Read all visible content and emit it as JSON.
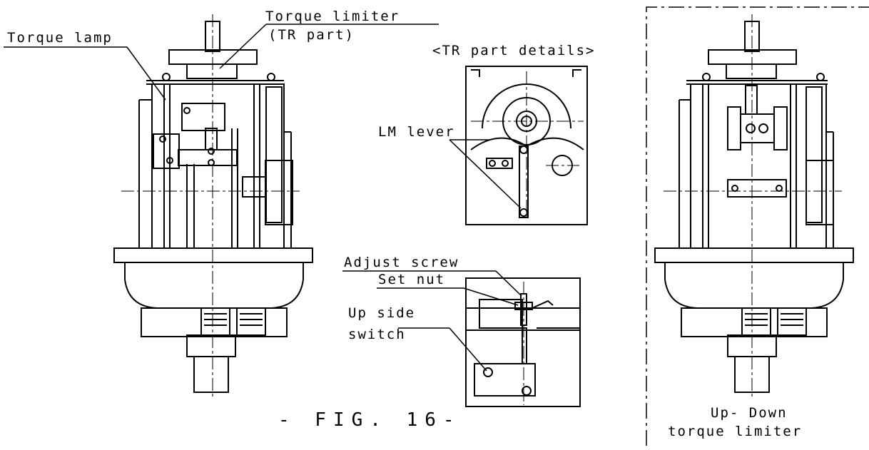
{
  "labels": {
    "torque_limiter": "Torque limiter",
    "tr_part": "(TR part)",
    "torque_lamp": "Torque lamp",
    "tr_part_details": "<TR part details>",
    "lm_lever": "LM lever",
    "adjust_screw": "Adjust screw",
    "set_nut": "Set nut",
    "up_side": "Up side",
    "switch": "switch",
    "figure": "- FIG. 16-",
    "up_down": "Up- Down",
    "torque_limiter_lower": "torque limiter"
  },
  "colors": {
    "line": "#000000",
    "background": "#ffffff"
  }
}
